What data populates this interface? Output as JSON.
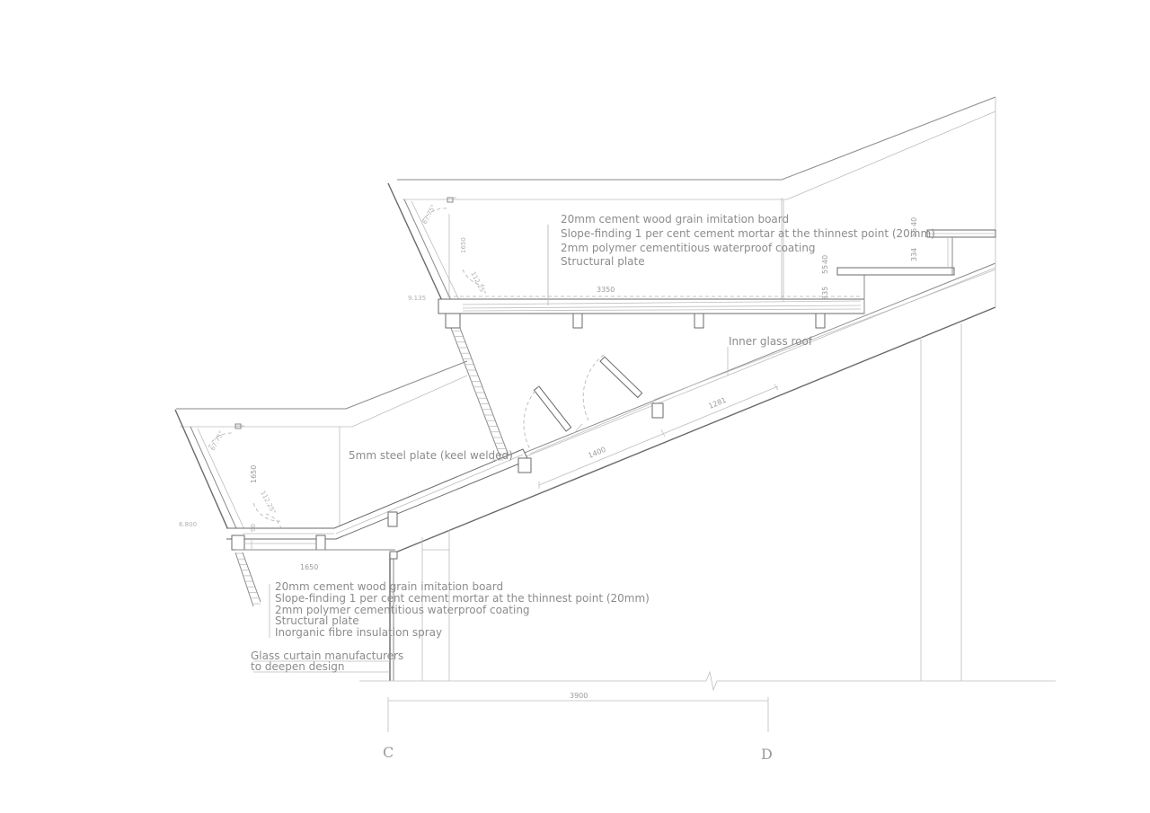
{
  "upper_notes": [
    "20mm cement wood grain imitation board",
    "Slope-finding 1 per cent cement mortar at the thinnest point (20mm)",
    "2mm polymer cementitious waterproof coating",
    "Structural plate"
  ],
  "lower_notes": [
    "20mm cement wood grain imitation board",
    "Slope-finding 1 per cent cement mortar at the thinnest point (20mm)",
    "2mm polymer cementitious waterproof coating",
    "Structural plate",
    "Inorganic fibre insulation spray"
  ],
  "labels": {
    "inner_glass_roof": "Inner glass roof",
    "steel_plate": "5mm steel plate (keel welded)",
    "glass_curtain_line1": "Glass curtain manufacturers",
    "glass_curtain_line2": "to deepen design"
  },
  "dimensions": {
    "upper_span": "3350",
    "upper_height": "1650",
    "upper_level": "9.135",
    "upper_angle_a": "67.75°",
    "upper_angle_b": "112.25°",
    "lower_span": "1650",
    "lower_height": "1650",
    "lower_level": "6.800",
    "lower_angle_a": "67.75°",
    "lower_angle_b": "112.25°",
    "glass_1281": "1281",
    "glass_1400": "1400",
    "bottom_span": "3900",
    "step_335": "335",
    "step_334": "334",
    "step_55a": "55",
    "step_40a": "40",
    "step_55b": "55",
    "step_40b": "40",
    "small_90": "90"
  },
  "grid_axes": [
    "C",
    "D"
  ]
}
